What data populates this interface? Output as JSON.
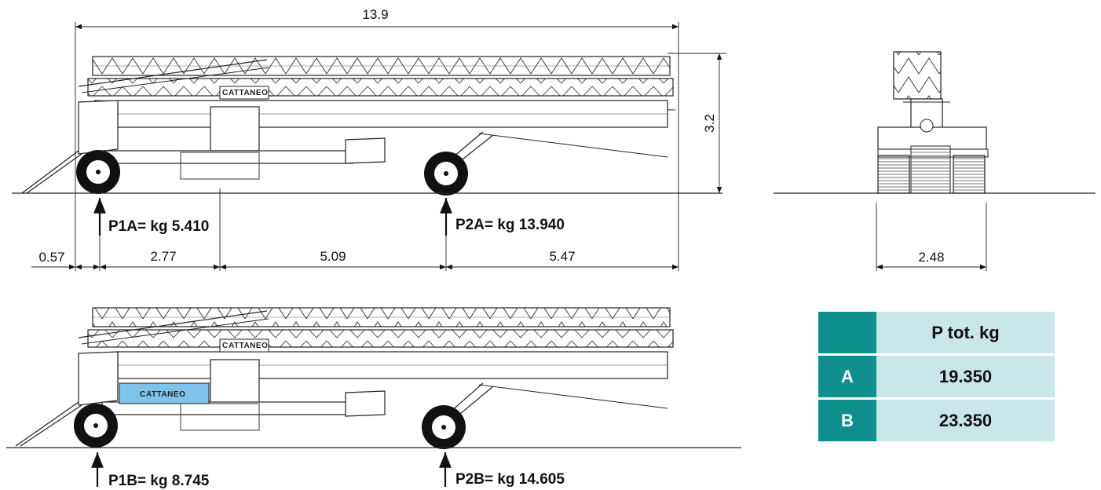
{
  "dimensions": {
    "overall_length": "13.9",
    "height": "3.2",
    "front_overhang": "0.57",
    "seg_1": "2.77",
    "seg_2": "5.09",
    "seg_3": "5.47",
    "width": "2.48"
  },
  "brand": {
    "name_upper": "ATTANEO",
    "name_lower": "ATTANEO",
    "name_ballast": "ATTANEO"
  },
  "loads": {
    "p1a": "P1A= kg 5.410",
    "p2a": "P2A= kg 13.940",
    "p1b": "P1B= kg 8.745",
    "p2b": "P2B= kg 14.605"
  },
  "table": {
    "header": "P tot. kg",
    "rows": [
      {
        "key": "A",
        "value": "19.350"
      },
      {
        "key": "B",
        "value": "23.350"
      }
    ]
  },
  "colors": {
    "teal": "#0f8e8e",
    "light_teal": "#c9e6e8",
    "ballast_blue": "#7fc2ea",
    "line": "#1a1a1a"
  }
}
